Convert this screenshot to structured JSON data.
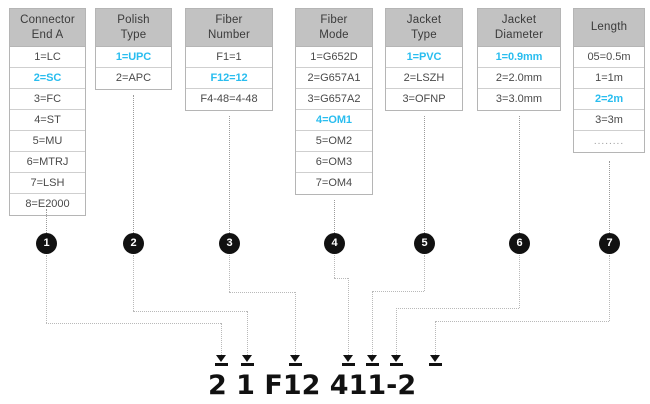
{
  "diagram": {
    "title_code": "2 1 F12 411-2",
    "highlight_color": "#29bdef",
    "header_bg": "#c2c2c2",
    "circle_bg": "#111111",
    "columns": [
      {
        "index": "1",
        "header": "Connector\nEnd A",
        "rows": [
          {
            "text": "1=LC",
            "highlighted": false
          },
          {
            "text": "2=SC",
            "highlighted": true
          },
          {
            "text": "3=FC",
            "highlighted": false
          },
          {
            "text": "4=ST",
            "highlighted": false
          },
          {
            "text": "5=MU",
            "highlighted": false
          },
          {
            "text": "6=MTRJ",
            "highlighted": false
          },
          {
            "text": "7=LSH",
            "highlighted": false
          },
          {
            "text": "8=E2000",
            "highlighted": false
          }
        ]
      },
      {
        "index": "2",
        "header": "Polish\nType",
        "rows": [
          {
            "text": "1=UPC",
            "highlighted": true
          },
          {
            "text": "2=APC",
            "highlighted": false
          }
        ]
      },
      {
        "index": "3",
        "header": "Fiber\nNumber",
        "rows": [
          {
            "text": "F1=1",
            "highlighted": false
          },
          {
            "text": "F12=12",
            "highlighted": true
          },
          {
            "text": "F4-48=4-48",
            "highlighted": false
          }
        ]
      },
      {
        "index": "4",
        "header": "Fiber\nMode",
        "rows": [
          {
            "text": "1=G652D",
            "highlighted": false
          },
          {
            "text": "2=G657A1",
            "highlighted": false
          },
          {
            "text": "3=G657A2",
            "highlighted": false
          },
          {
            "text": "4=OM1",
            "highlighted": true
          },
          {
            "text": "5=OM2",
            "highlighted": false
          },
          {
            "text": "6=OM3",
            "highlighted": false
          },
          {
            "text": "7=OM4",
            "highlighted": false
          }
        ]
      },
      {
        "index": "5",
        "header": "Jacket\nType",
        "rows": [
          {
            "text": "1=PVC",
            "highlighted": true
          },
          {
            "text": "2=LSZH",
            "highlighted": false
          },
          {
            "text": "3=OFNP",
            "highlighted": false
          }
        ]
      },
      {
        "index": "6",
        "header": "Jacket\nDiameter",
        "rows": [
          {
            "text": "1=0.9mm",
            "highlighted": true
          },
          {
            "text": "2=2.0mm",
            "highlighted": false
          },
          {
            "text": "3=3.0mm",
            "highlighted": false
          }
        ]
      },
      {
        "index": "7",
        "header": "Length",
        "rows": [
          {
            "text": "05=0.5m",
            "highlighted": false
          },
          {
            "text": "1=1m",
            "highlighted": false
          },
          {
            "text": "2=2m",
            "highlighted": true
          },
          {
            "text": "3=3m",
            "highlighted": false
          },
          {
            "text": "........",
            "highlighted": false
          }
        ]
      }
    ],
    "markers": [
      {
        "label": "2"
      },
      {
        "label": "1"
      },
      {
        "label": "F12"
      },
      {
        "label": "4"
      },
      {
        "label": "1"
      },
      {
        "label": "1"
      },
      {
        "label": "-2"
      }
    ]
  }
}
